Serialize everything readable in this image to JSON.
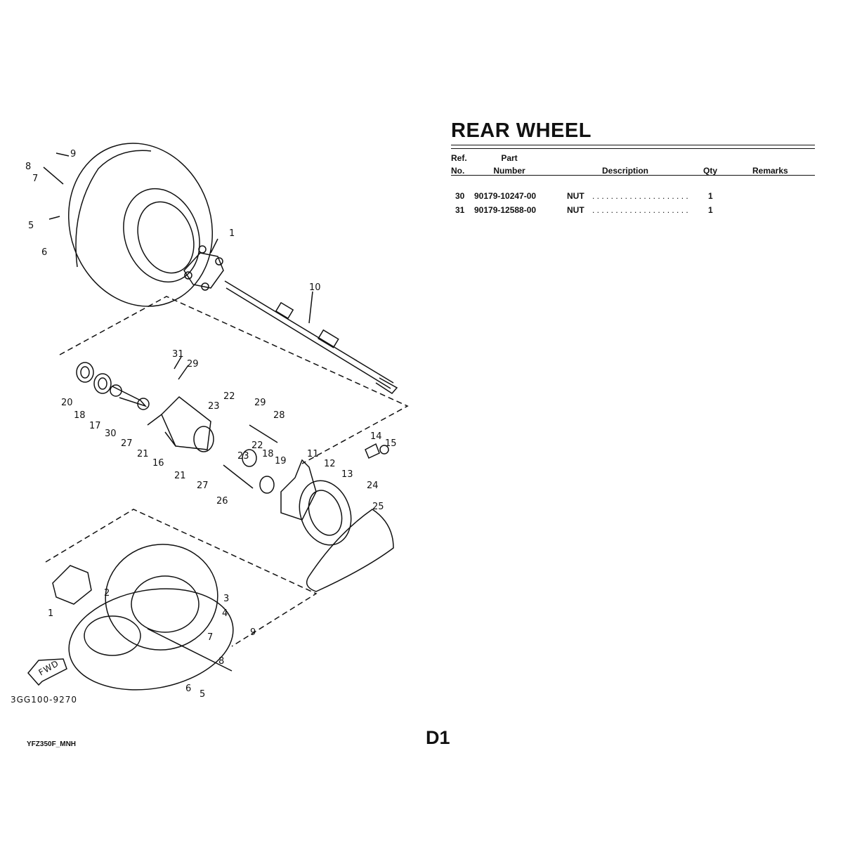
{
  "title": "REAR WHEEL",
  "table": {
    "headers": {
      "ref_line1": "Ref.",
      "ref_line2": "No.",
      "part_line1": "Part",
      "part_line2": "Number",
      "description": "Description",
      "qty": "Qty",
      "remarks": "Remarks"
    },
    "rows": [
      {
        "ref": "30",
        "part_number": "90179-10247-00",
        "description": "NUT",
        "dots": ". . . . . . . . . . . . . . . . . . . . .",
        "qty": "1",
        "remarks": ""
      },
      {
        "ref": "31",
        "part_number": "90179-12588-00",
        "description": "NUT",
        "dots": ". . . . . . . . . . . . . . . . . . . . .",
        "qty": "1",
        "remarks": ""
      }
    ]
  },
  "diagram": {
    "code": "3GG100-9270",
    "fwd_label": "FWD",
    "callouts": [
      "9",
      "8",
      "7",
      "5",
      "6",
      "1",
      "10",
      "31",
      "29",
      "22",
      "23",
      "20",
      "18",
      "17",
      "30",
      "27",
      "21",
      "16",
      "29",
      "28",
      "22",
      "23",
      "18",
      "19",
      "11",
      "12",
      "13",
      "14",
      "15",
      "24",
      "25",
      "21",
      "27",
      "26",
      "2",
      "3",
      "1",
      "4",
      "9",
      "7",
      "8",
      "6",
      "5"
    ]
  },
  "footer": {
    "model_code": "YFZ350F_MNH",
    "page": "D1"
  }
}
